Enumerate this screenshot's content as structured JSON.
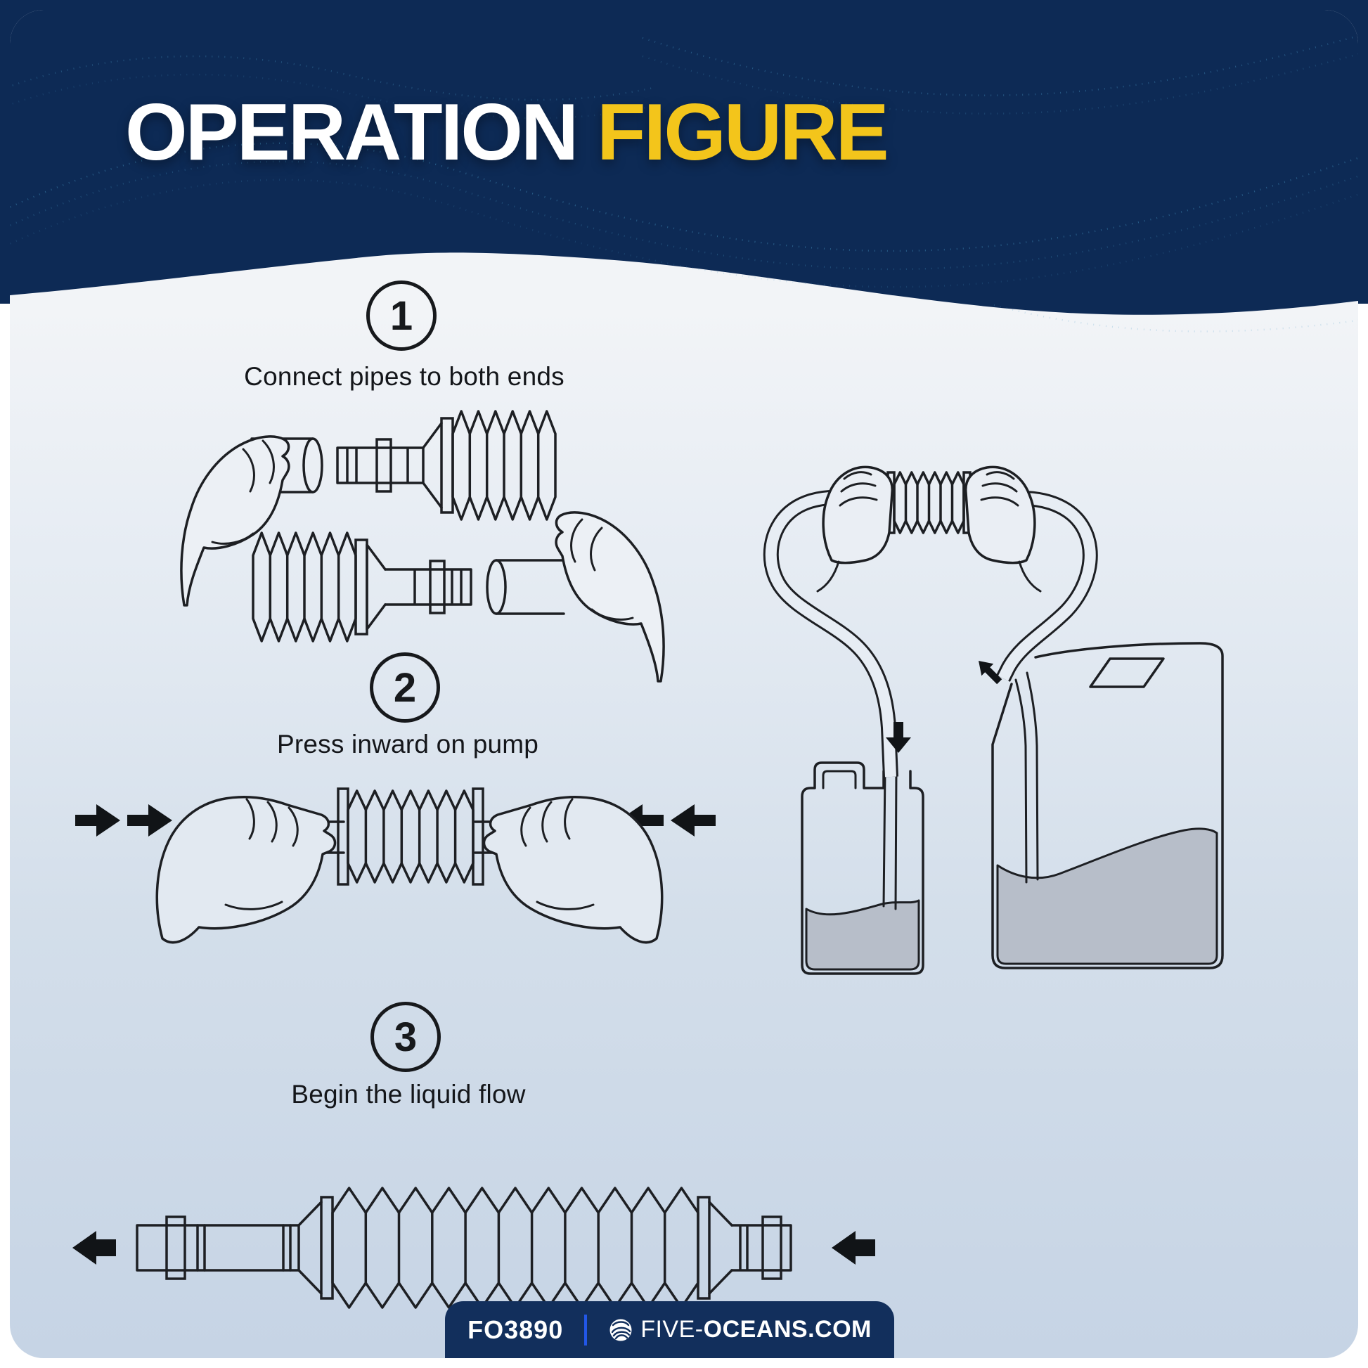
{
  "title": {
    "main": "OPERATION",
    "accent": "FIGURE"
  },
  "steps": [
    {
      "number": "1",
      "caption": "Connect pipes to both ends"
    },
    {
      "number": "2",
      "caption": "Press inward on pump"
    },
    {
      "number": "3",
      "caption": "Begin the liquid flow"
    }
  ],
  "footer": {
    "product_code": "FO3890",
    "brand_prefix": "FIVE-",
    "brand_suffix": "OCEANS.COM"
  },
  "icons": {
    "brand_logo": "wave-logo-icon",
    "step2_left": "arrow-right-icon",
    "step2_right": "arrow-left-icon",
    "step3_flow": "arrow-left-icon",
    "scene_down": "arrow-down-icon",
    "scene_up": "arrow-up-left-icon"
  },
  "colors": {
    "header_navy": "#0d2a55",
    "footer_navy": "#122f5c",
    "accent_yellow": "#f3c51b",
    "divider_blue": "#2257e8",
    "line_art": "#1d1f23",
    "liquid_gray": "#b7bec9",
    "texture_blue": "#4a9cc7",
    "card_top": "#f2f4f7",
    "card_bottom": "#c6d4e5"
  }
}
